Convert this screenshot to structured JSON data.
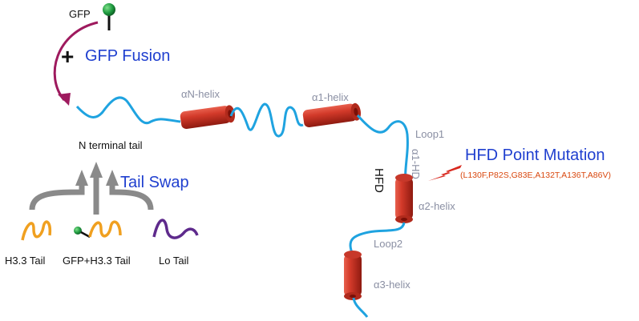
{
  "colors": {
    "chain": "#1fa3e0",
    "helix": "#c8281e",
    "accent_blue": "#1f3fcf",
    "mutation_text": "#d9480f",
    "label_gray": "#8a8fa3",
    "arrow_magenta": "#9e1a5e",
    "tail_orange": "#f0a020",
    "tail_purple": "#5e2a8c",
    "gfp_green": "#1a8f3a"
  },
  "labels": {
    "gfp": "GFP",
    "plus": "+",
    "gfp_fusion": "GFP Fusion",
    "n_terminal_tail": "N terminal tail",
    "an_helix": "αN-helix",
    "a1_helix": "α1-helix",
    "loop1": "Loop1",
    "hfd": "HFD",
    "hfd_point_mutation": "HFD Point Mutation",
    "mutations": "(L130F,P82S,G83E,A132T,A136T,A86V)",
    "a2_helix": "α2-helix",
    "loop2": "Loop2",
    "a3_helix": "α3-helix",
    "tail_swap": "Tail Swap",
    "h33_tail": "H3.3 Tail",
    "gfp_h33_tail": "GFP+H3.3 Tail",
    "lo_tail": "Lo Tail"
  }
}
